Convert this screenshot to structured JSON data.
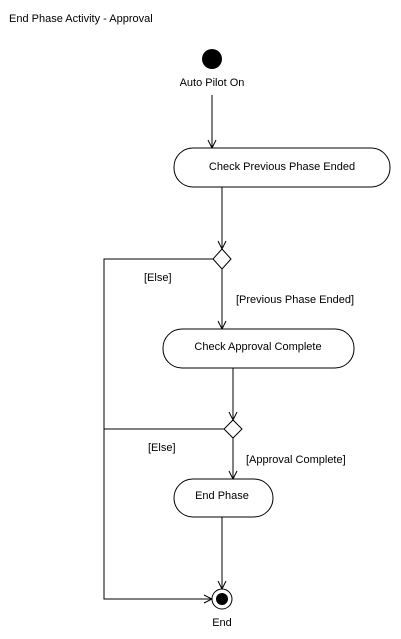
{
  "diagram": {
    "title": "End Phase Activity - Approval",
    "start_label": "Auto Pilot On",
    "end_label": "End",
    "actions": {
      "check_previous": "Check Previous Phase Ended",
      "check_approval": "Check Approval Complete",
      "end_phase": "End Phase"
    },
    "guards": {
      "previous_else": "[Else]",
      "previous_ended": "[Previous Phase Ended]",
      "approval_else": "[Else]",
      "approval_complete": "[Approval Complete]"
    }
  },
  "colors": {
    "line": "#000000",
    "fill": "#ffffff",
    "node": "#000000"
  }
}
